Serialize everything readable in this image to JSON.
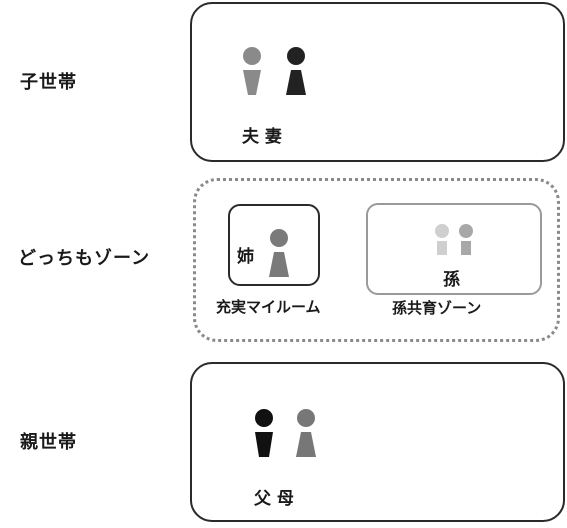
{
  "rows": {
    "child_household": "子世帯",
    "either_zone": "どっちもゾーン",
    "parent_household": "親世帯"
  },
  "top_box": {
    "caption": "夫 妻",
    "figures": [
      {
        "icon": "husband-figure-icon",
        "color": "#8a8a8a"
      },
      {
        "icon": "wife-figure-icon",
        "color": "#222222"
      }
    ]
  },
  "middle": {
    "sister_label": "姉",
    "sister_room_caption": "充実マイルーム",
    "grandchild_label": "孫",
    "grandchild_zone_caption": "孫共育ゾーン",
    "colors": {
      "sister": "#7a7a7a",
      "grand_light": "#cfcfcf",
      "grand_dark": "#a8a8a8"
    }
  },
  "bottom_box": {
    "caption": "父 母",
    "figures": [
      {
        "icon": "father-figure-icon",
        "color": "#111111"
      },
      {
        "icon": "mother-figure-icon",
        "color": "#777777"
      }
    ]
  }
}
